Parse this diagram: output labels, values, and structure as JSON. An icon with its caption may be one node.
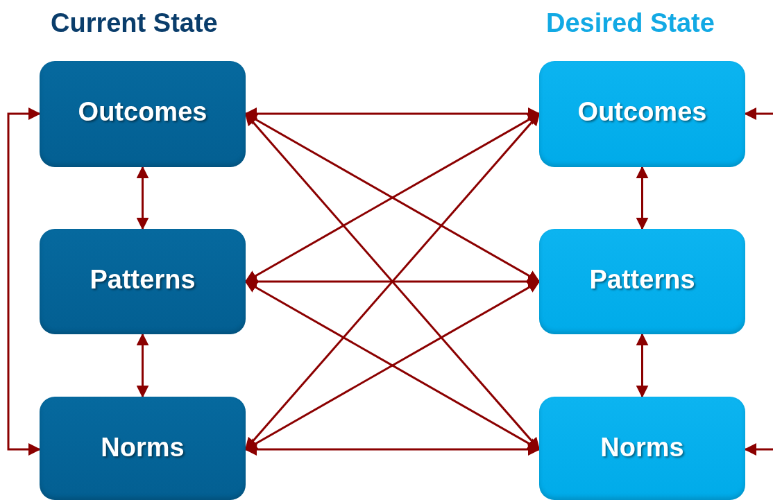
{
  "diagram": {
    "nodes": [
      {
        "text": [
          "Outcomes"
        ]
      },
      {
        "text": [
          "Patterns"
        ]
      },
      {
        "text": [
          "Norms"
        ]
      },
      {
        "text": [
          "Outcomes"
        ]
      },
      {
        "text": [
          "Patterns"
        ]
      },
      {
        "text": [
          "Norms"
        ]
      }
    ],
    "edges": [
      {
        "from": 0,
        "to": 1,
        "arrow": "both"
      },
      {
        "from": 1,
        "to": 2,
        "arrow": "both"
      },
      {
        "from": 3,
        "to": 4,
        "arrow": "both"
      },
      {
        "from": 4,
        "to": 5,
        "arrow": "both"
      },
      {
        "from": 0,
        "to": 3,
        "arrow": "both"
      },
      {
        "from": 0,
        "to": 4,
        "arrow": "both"
      },
      {
        "from": 0,
        "to": 5,
        "arrow": "both"
      },
      {
        "from": 1,
        "to": 3,
        "arrow": "both"
      },
      {
        "from": 1,
        "to": 4,
        "arrow": "both"
      },
      {
        "from": 1,
        "to": 5,
        "arrow": "both"
      },
      {
        "from": 2,
        "to": 3,
        "arrow": "both"
      },
      {
        "from": 2,
        "to": 4,
        "arrow": "both"
      },
      {
        "from": 2,
        "to": 5,
        "arrow": "both"
      },
      {
        "from": 0,
        "to": 2,
        "arrow": "both"
      },
      {
        "from": null,
        "to": 3,
        "arrow": "to"
      },
      {
        "from": null,
        "to": 5,
        "arrow": "to"
      }
    ],
    "labels": [
      "Current State",
      "Desired State"
    ]
  }
}
